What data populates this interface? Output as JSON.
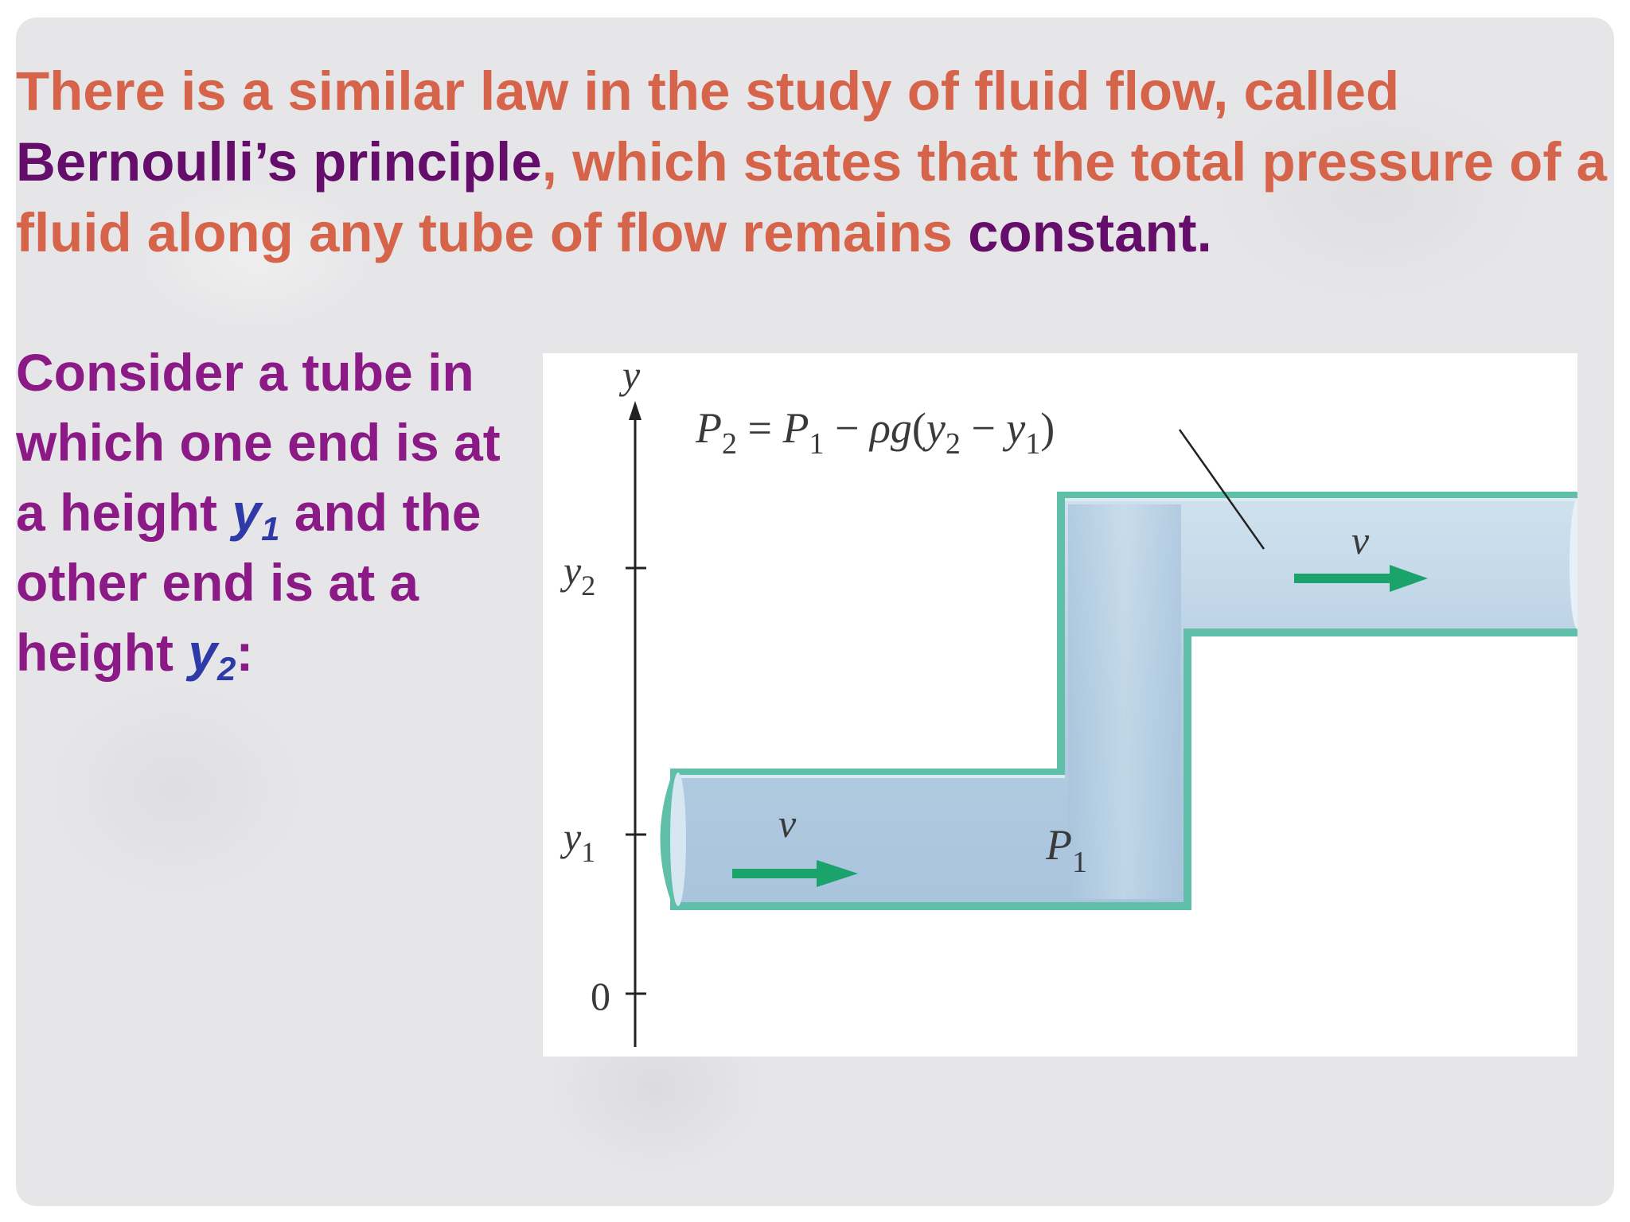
{
  "intro": {
    "part1": "There is a similar law in the study of fluid flow, called ",
    "term": "Bernoulli’s principle",
    "part2": ", which states that the total pressure of a fluid along any tube of flow remains ",
    "emphasis": "constant."
  },
  "consider": {
    "line1": "Consider a tube in which one end is at a height ",
    "var1": "y",
    "sub1": "1",
    "line2": " and the other end is at a height ",
    "var2": "y",
    "sub2": "2",
    "end": ":"
  },
  "figure": {
    "axis_label": "y",
    "tick_y2_var": "y",
    "tick_y2_sub": "2",
    "tick_y1_var": "y",
    "tick_y1_sub": "1",
    "tick_zero": "0",
    "equation": {
      "P": "P",
      "sub_2": "2",
      "equals": " = ",
      "P1": "P",
      "sub_1": "1",
      "minus": " − ",
      "rho_g": "ρg",
      "open": "(",
      "y2": "y",
      "y2_sub": "2",
      "minus2": " − ",
      "y1": "y",
      "y1_sub": "1",
      "close": ")"
    },
    "velocity_upper": "v",
    "velocity_lower": "v",
    "pressure_lower": "P",
    "pressure_lower_sub": "1",
    "colors": {
      "tube_fill": "#b8d2e6",
      "tube_wall": "#5fbfa8",
      "arrow": "#1aa36b",
      "axis": "#222222"
    }
  }
}
